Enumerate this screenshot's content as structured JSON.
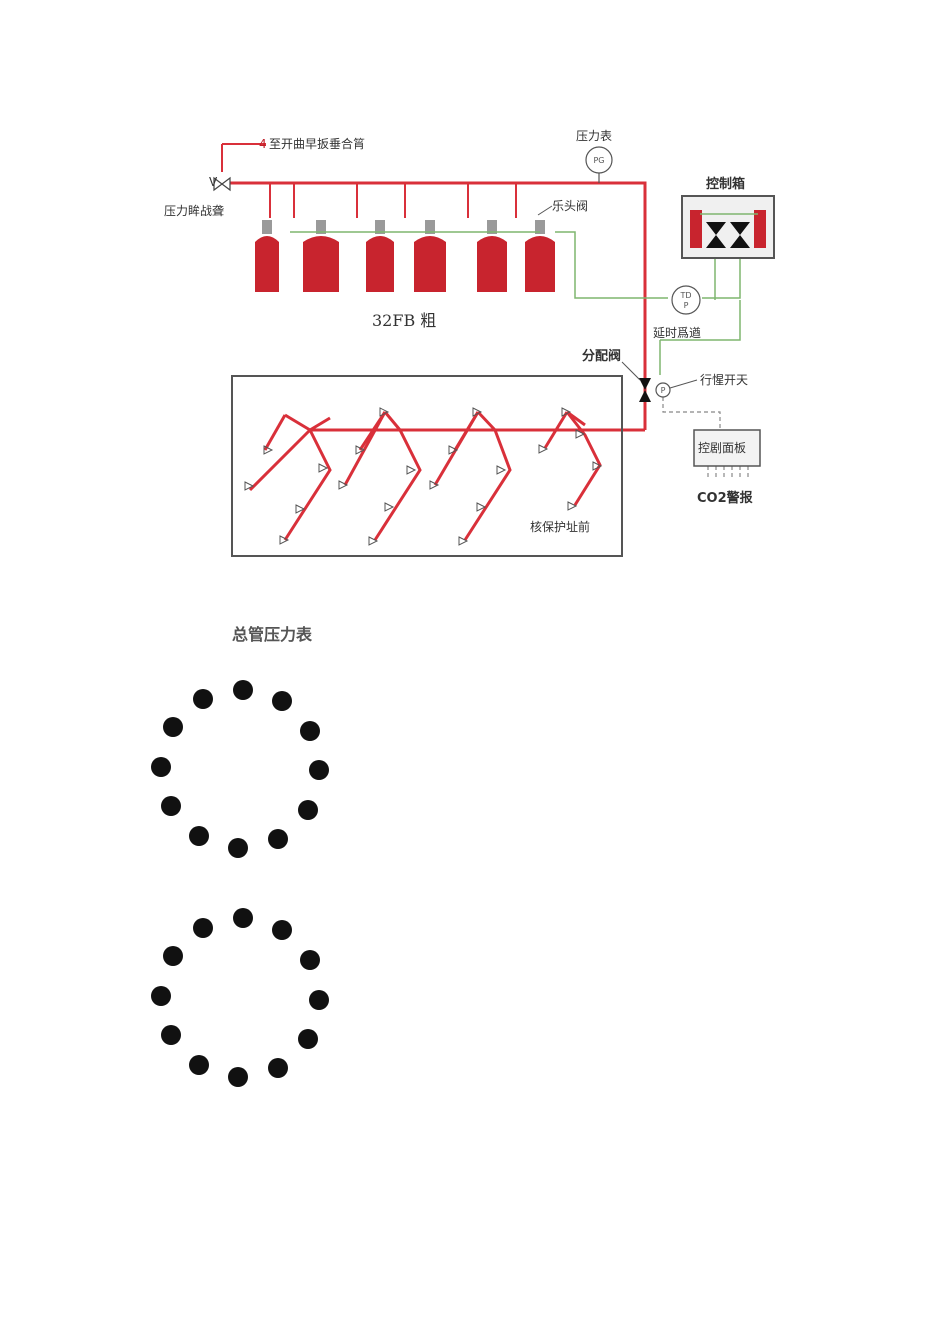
{
  "diagram": {
    "labels": {
      "to_cylinder_room": "至开曲早扳垂合筲",
      "to_cylinder_prefix": "4",
      "pressure_gauge": "压力表",
      "gauge_pg": "PG",
      "relief_valve": "压力眸战聋",
      "valve_v": "V",
      "head_valve": "乐头阀",
      "control_box": "控制箱",
      "cylinders": "32FB 粗",
      "time_delay": "延时爲遒",
      "gauge_td": "TD",
      "gauge_p": "P",
      "distribution_valve": "分配阀",
      "limit_switch": "行惺开天",
      "gauge_p2": "P",
      "control_panel": "控剧面板",
      "co2_alarm": "CO2警报",
      "protected_area": "核保护址前"
    },
    "colors": {
      "pipe": "#d9303a",
      "cylinder": "#c8242e",
      "signal_line": "#7fb56f"
    }
  },
  "heading": "总管压力表"
}
